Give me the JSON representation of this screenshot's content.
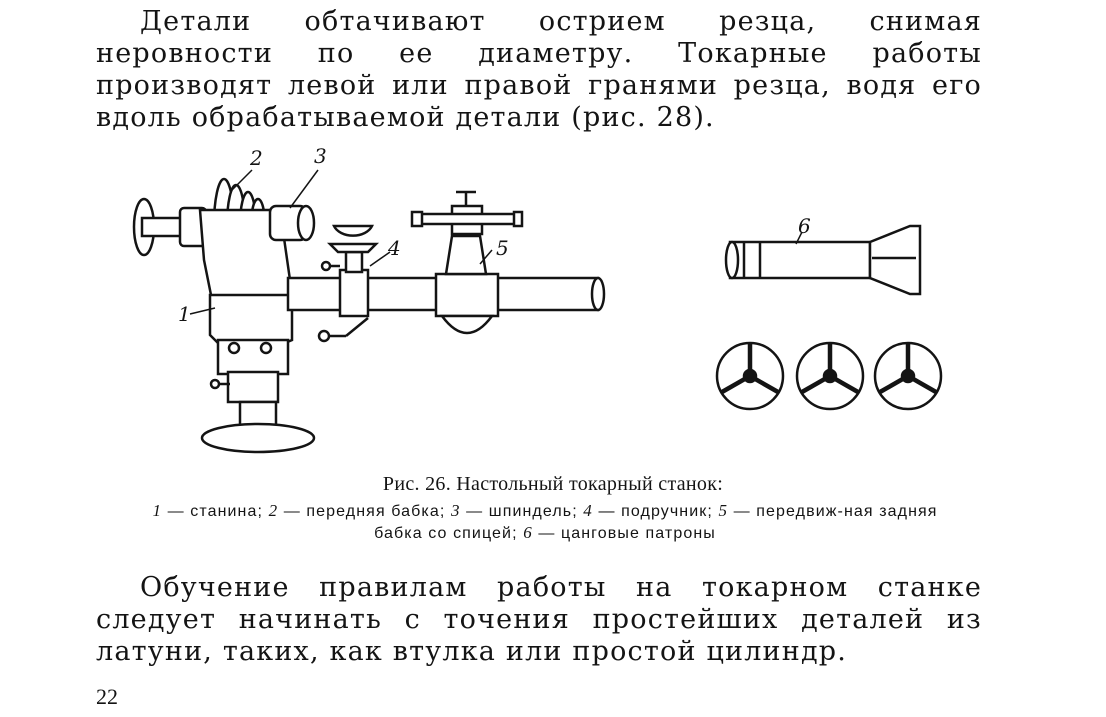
{
  "paragraph_1": "Детали обтачивают острием резца, снимая неровности по ее диаметру. Токарные работы производят левой или правой гранями резца, водя его вдоль обрабатываемой детали (рис. 28).",
  "figure": {
    "part_labels": [
      "1",
      "2",
      "3",
      "4",
      "5",
      "6"
    ],
    "caption_title": "Рис. 26. Настольный токарный станок:",
    "legend": [
      {
        "num": "1",
        "text": "— станина;"
      },
      {
        "num": "2",
        "text": "— передняя бабка;"
      },
      {
        "num": "3",
        "text": "— шпиндель;"
      },
      {
        "num": "4",
        "text": "— подручник;"
      },
      {
        "num": "5",
        "text": "— передвиж-ная задняя бабка со спицей;"
      },
      {
        "num": "6",
        "text": "— цанговые патроны"
      }
    ]
  },
  "paragraph_2": "Обучение правилам работы на токарном станке следует начинать с точения простейших деталей из латуни, таких, как втулка или простой цилиндр.",
  "page_number": "22"
}
